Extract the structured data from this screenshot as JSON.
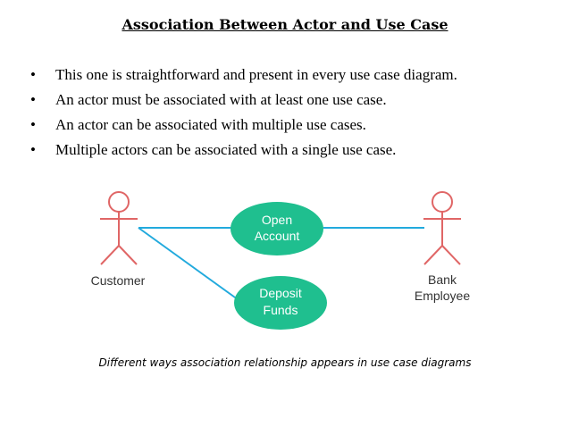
{
  "title": "Association Between Actor and Use Case",
  "bullets": [
    "This one is straightforward and present in every use case diagram.",
    "An actor must be associated with at least one use case.",
    "An actor can be associated with multiple use cases.",
    "Multiple actors can be associated with a single use case."
  ],
  "diagram": {
    "actors": [
      {
        "label_lines": [
          "Customer"
        ]
      },
      {
        "label_lines": [
          "Bank",
          "Employee"
        ]
      }
    ],
    "use_cases": [
      {
        "label_lines": [
          "Open",
          "Account"
        ]
      },
      {
        "label_lines": [
          "Deposit",
          "Funds"
        ]
      }
    ],
    "colors": {
      "actor_stroke": "#e06666",
      "use_case_fill": "#1fbf8f",
      "use_case_text": "#ffffff",
      "association_line": "#22aadd"
    }
  },
  "caption": "Different ways association relationship appears in use case diagrams"
}
